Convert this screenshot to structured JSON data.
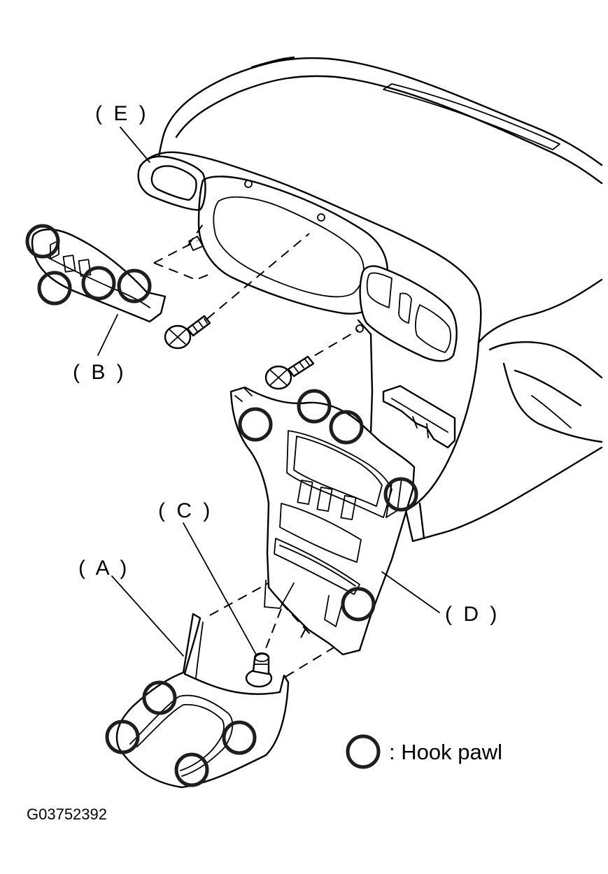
{
  "labels": {
    "a": "( A )",
    "b": "( B )",
    "c": "( C )",
    "d": "( D )",
    "e": "( E )"
  },
  "legend": {
    "text": ": Hook pawl",
    "icon": "hook-pawl-circle-icon"
  },
  "figure_id": "G03752392",
  "colors": {
    "line": "#000000",
    "hook_circle": "#1e1e1e",
    "background": "#ffffff"
  }
}
